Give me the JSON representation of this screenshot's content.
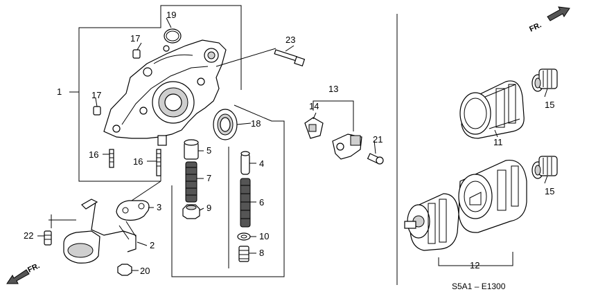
{
  "diagram": {
    "code": "S5A1 – E1300",
    "direction_label": "FR.",
    "callouts": [
      {
        "id": "c1",
        "text": "1"
      },
      {
        "id": "c2",
        "text": "2"
      },
      {
        "id": "c3",
        "text": "3"
      },
      {
        "id": "c4",
        "text": "4"
      },
      {
        "id": "c5",
        "text": "5"
      },
      {
        "id": "c6",
        "text": "6"
      },
      {
        "id": "c7",
        "text": "7"
      },
      {
        "id": "c8",
        "text": "8"
      },
      {
        "id": "c9",
        "text": "9"
      },
      {
        "id": "c10",
        "text": "10"
      },
      {
        "id": "c11",
        "text": "11"
      },
      {
        "id": "c12",
        "text": "12"
      },
      {
        "id": "c13",
        "text": "13"
      },
      {
        "id": "c14",
        "text": "14"
      },
      {
        "id": "c15a",
        "text": "15"
      },
      {
        "id": "c15b",
        "text": "15"
      },
      {
        "id": "c16a",
        "text": "16"
      },
      {
        "id": "c16b",
        "text": "16"
      },
      {
        "id": "c17a",
        "text": "17"
      },
      {
        "id": "c17b",
        "text": "17"
      },
      {
        "id": "c18",
        "text": "18"
      },
      {
        "id": "c19",
        "text": "19"
      },
      {
        "id": "c20",
        "text": "20"
      },
      {
        "id": "c21",
        "text": "21"
      },
      {
        "id": "c22",
        "text": "22"
      },
      {
        "id": "c23",
        "text": "23"
      }
    ]
  }
}
